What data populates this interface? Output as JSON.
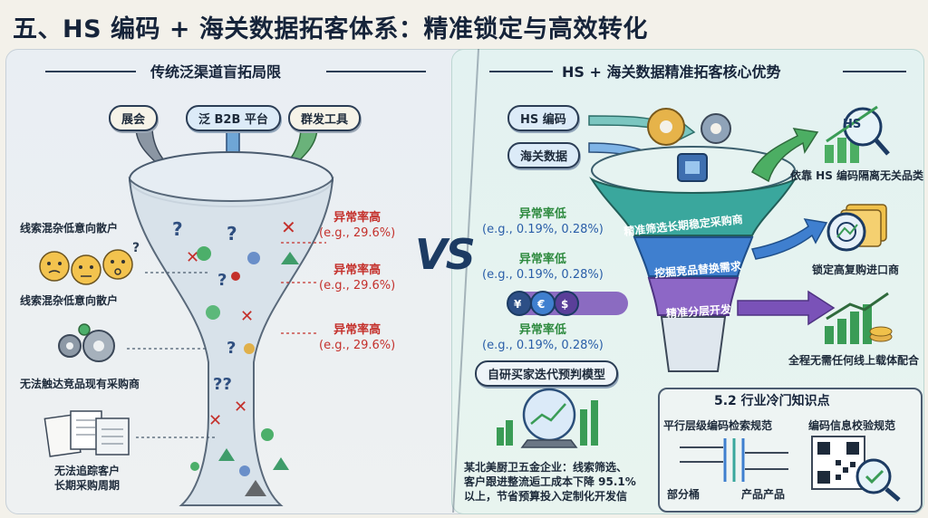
{
  "title": "五、HS 编码 + 海关数据拓客体系：精准锁定与高效转化",
  "left": {
    "heading": "传统泛渠道盲拓局限",
    "sources": [
      "展会",
      "泛 B2B 平台",
      "群发工具"
    ],
    "anomaly_labels": [
      {
        "label": "异常率高",
        "value": "(e.g., 29.6%)"
      },
      {
        "label": "异常率高",
        "value": "(e.g., 29.6%)"
      },
      {
        "label": "异常率高",
        "value": "(e.g., 29.6%)"
      }
    ],
    "problems": {
      "p1_top": "线索混杂低意向散户",
      "p1_bottom": "线索混杂低意向散户",
      "p2": "无法触达竞品现有采购商",
      "p3_line1": "无法追踪客户",
      "p3_line2": "长期采购周期"
    }
  },
  "vs": "VS",
  "right": {
    "heading": "HS + 海关数据精准拓客核心优势",
    "inputs": [
      "HS 编码",
      "海关数据"
    ],
    "funnel_bands": [
      "精准筛选长期稳定采购商",
      "挖掘竞品替换需求",
      "精准分层开发"
    ],
    "anomaly_labels": [
      {
        "label": "异常率低",
        "value": "(e.g., 0.19%, 0.28%)"
      },
      {
        "label": "异常率低",
        "value": "(e.g., 0.19%, 0.28%)"
      },
      {
        "label": "异常率低",
        "value": "(e.g., 0.19%, 0.28%)"
      }
    ],
    "benefits": [
      "依靠 HS 编码隔离无关品类",
      "锁定高复购进口商",
      "全程无需任何线上载体配合"
    ],
    "hs_badge": "HS",
    "model_title": "自研买家迭代预判模型",
    "case_text": [
      "某北美厨卫五金企业：线索筛选、",
      "客户跟进整流逅工成本下降 95.1%",
      "以上，节省预算投入定制化开发信"
    ],
    "knowledge": {
      "title": "5.2 行业冷门知识点",
      "left_title": "平行层级编码检索规范",
      "right_title": "编码信息校验规范",
      "left_a": "部分桶",
      "left_b": "产品产品"
    }
  },
  "colors": {
    "red": "#c4302b",
    "green": "#2d8a3e",
    "navy": "#1c3b63",
    "teal": "#2aa39a",
    "purple": "#7a52b8"
  }
}
